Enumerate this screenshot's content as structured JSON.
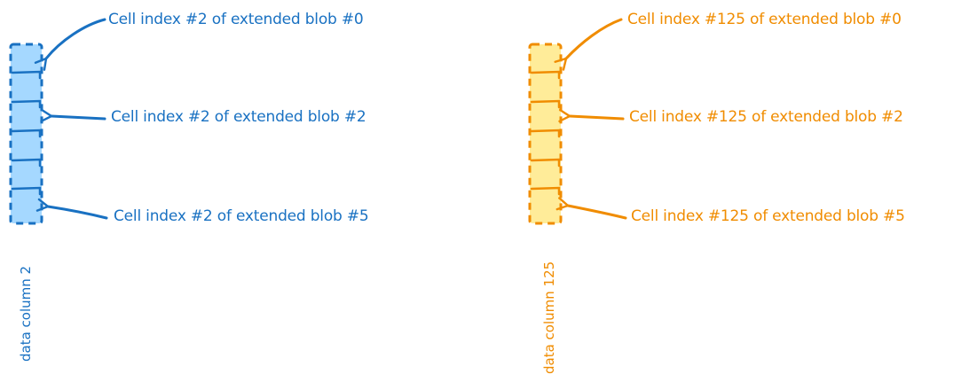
{
  "colors": {
    "blue_stroke": "#1971c2",
    "blue_fill": "#a5d8ff",
    "orange_stroke": "#f08c00",
    "orange_fill": "#ffec99"
  },
  "columns": [
    {
      "label": "data column 2",
      "annotations": [
        "Cell index #2 of extended blob #0",
        "Cell index #2 of extended blob #2",
        "Cell index #2 of extended blob #5"
      ]
    },
    {
      "label": "data column 125",
      "annotations": [
        "Cell index #125 of extended blob #0",
        "Cell index #125 of extended blob #2",
        "Cell index #125 of extended blob #5"
      ]
    }
  ]
}
